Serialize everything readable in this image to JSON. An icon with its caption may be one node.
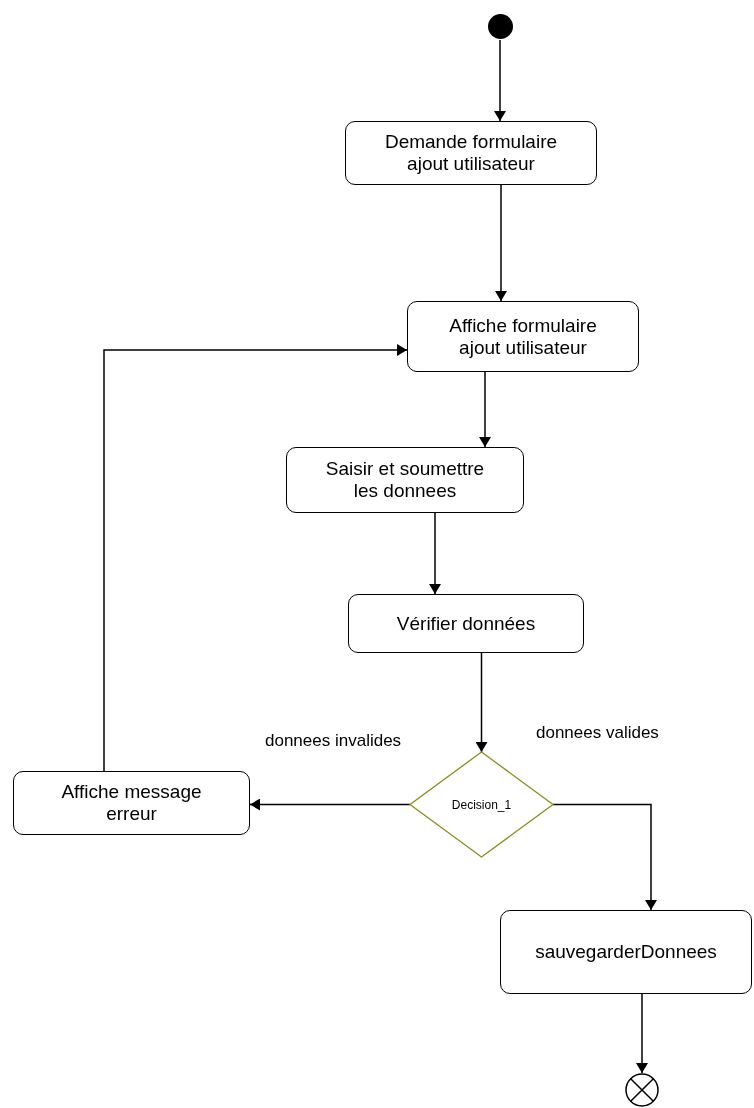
{
  "diagram": {
    "nodes": [
      {
        "text": [],
        "shape": "circle"
      },
      {
        "text": [
          "Demande formulaire ajout utilisateur"
        ]
      },
      {
        "text": [
          "Affiche formulaire ajout utilisateur"
        ]
      },
      {
        "text": [
          "Saisir et soumettre les donnees"
        ]
      },
      {
        "text": [
          "Vérifier données"
        ]
      },
      {
        "text": [
          "Decision_1"
        ]
      },
      {
        "text": [
          "Affiche message erreur"
        ]
      },
      {
        "text": [
          "sauvegarderDonnees"
        ]
      },
      {
        "text": [],
        "shape": "circle"
      }
    ],
    "edges": [
      {
        "from": 0,
        "to": 1,
        "arrow": "to"
      },
      {
        "from": 1,
        "to": 2,
        "arrow": "to"
      },
      {
        "from": 2,
        "to": 3,
        "arrow": "to"
      },
      {
        "from": 3,
        "to": 4,
        "arrow": "to"
      },
      {
        "from": 4,
        "to": 5,
        "arrow": "to"
      },
      {
        "from": 5,
        "to": 6,
        "arrow": "to",
        "label": "donnees invalides"
      },
      {
        "from": 5,
        "to": 7,
        "arrow": "to",
        "label": "donnees valides"
      },
      {
        "from": 6,
        "to": 2,
        "arrow": "to"
      },
      {
        "from": 7,
        "to": 8,
        "arrow": "to"
      }
    ]
  }
}
